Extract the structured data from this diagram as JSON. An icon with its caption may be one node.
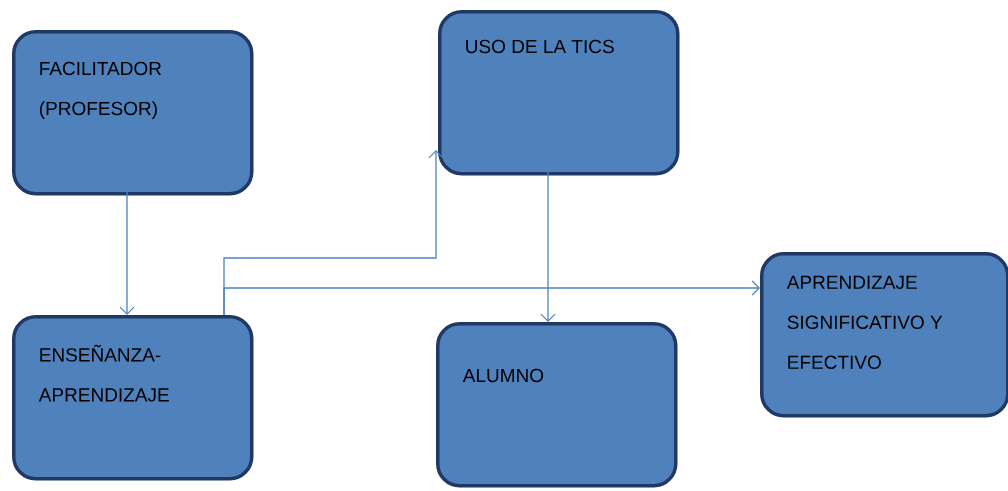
{
  "diagram": {
    "nodes": [
      {
        "text": [
          "FACILITADOR (PROFESOR)"
        ]
      },
      {
        "text": [
          "USO DE LA TICS"
        ]
      },
      {
        "text": [
          "ENSEÑANZA-APRENDIZAJE"
        ]
      },
      {
        "text": [
          "ALUMNO"
        ]
      },
      {
        "text": [
          "APRENDIZAJE SIGNIFICATIVO Y EFECTIVO"
        ]
      }
    ],
    "edges": [
      {
        "from": 0,
        "to": 2,
        "arrow": "to"
      },
      {
        "from": 2,
        "to": 1,
        "arrow": "to"
      },
      {
        "from": 2,
        "to": 4,
        "arrow": "to"
      },
      {
        "from": 1,
        "to": 3,
        "arrow": "to"
      }
    ]
  }
}
